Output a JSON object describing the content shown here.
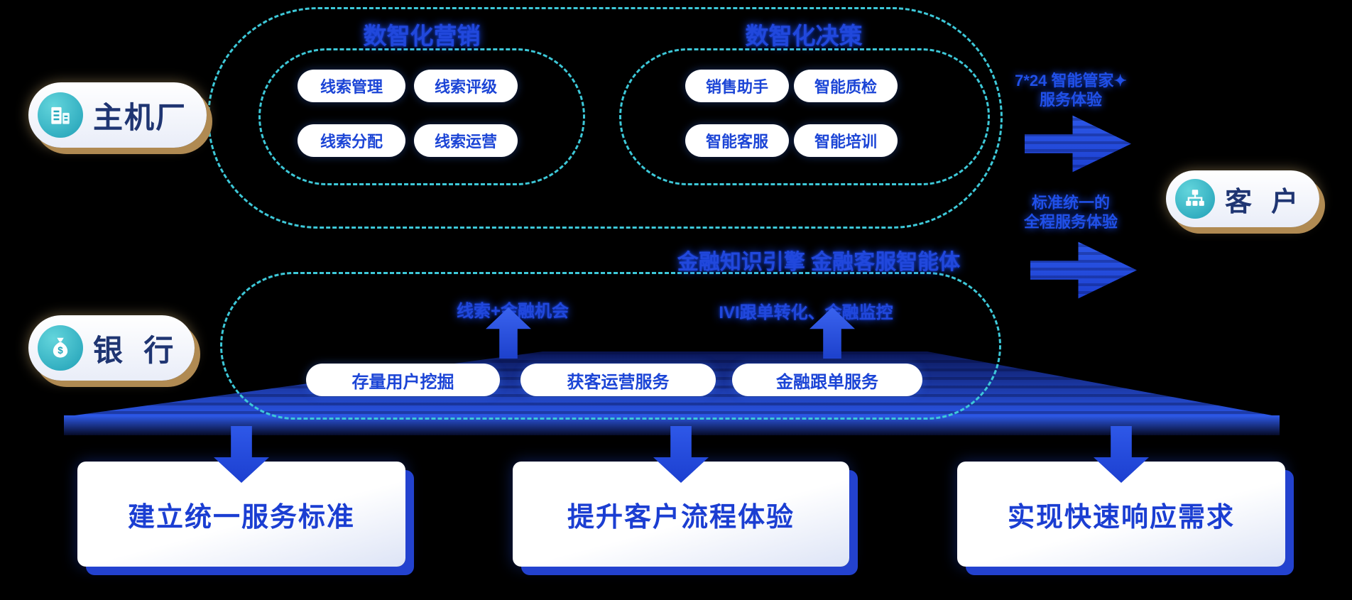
{
  "colors": {
    "accent_blue": "#2553e0",
    "dashed_teal": "#3dc8d8",
    "pill_text_blue": "#1c45d6",
    "actor_text_navy": "#1f3572",
    "actor_shadow_gold": "#b08a52",
    "background": "#000000"
  },
  "actors": {
    "oem": {
      "label": "主机厂",
      "icon": "building-icon"
    },
    "bank": {
      "label": "银  行",
      "icon": "money-bag-icon"
    },
    "customer": {
      "label": "客  户",
      "icon": "customer-network-icon"
    }
  },
  "top_region": {
    "marketing": {
      "title": "数智化营销",
      "items": [
        "线索管理",
        "线索评级",
        "线索分配",
        "线索运营"
      ]
    },
    "decision": {
      "title": "数智化决策",
      "items": [
        "销售助手",
        "智能质检",
        "智能客服",
        "智能培训"
      ]
    }
  },
  "middle_caption": "金融知识引擎  金融客服智能体",
  "bank_region": {
    "caption_left": "线索+金融机会",
    "caption_right": "IVI跟单转化、金融监控",
    "pills": [
      "存量用户挖掘",
      "获客运营服务",
      "金融跟单服务"
    ]
  },
  "flows": {
    "arrow_top": {
      "line1": "7*24 智能管家",
      "line2": "服务体验",
      "sparkle": "✦"
    },
    "arrow_bottom": {
      "line1": "标准统一的",
      "line2": "全程服务体验"
    }
  },
  "goals": [
    "建立统一服务标准",
    "提升客户流程体验",
    "实现快速响应需求"
  ]
}
